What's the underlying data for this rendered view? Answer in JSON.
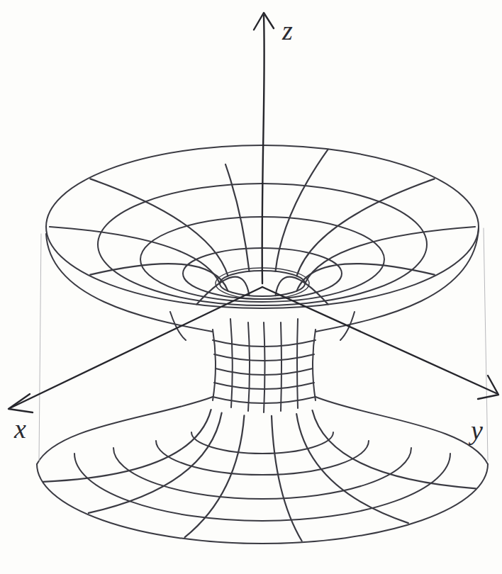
{
  "diagram": {
    "labels": [
      "z",
      "x",
      "y"
    ]
  }
}
